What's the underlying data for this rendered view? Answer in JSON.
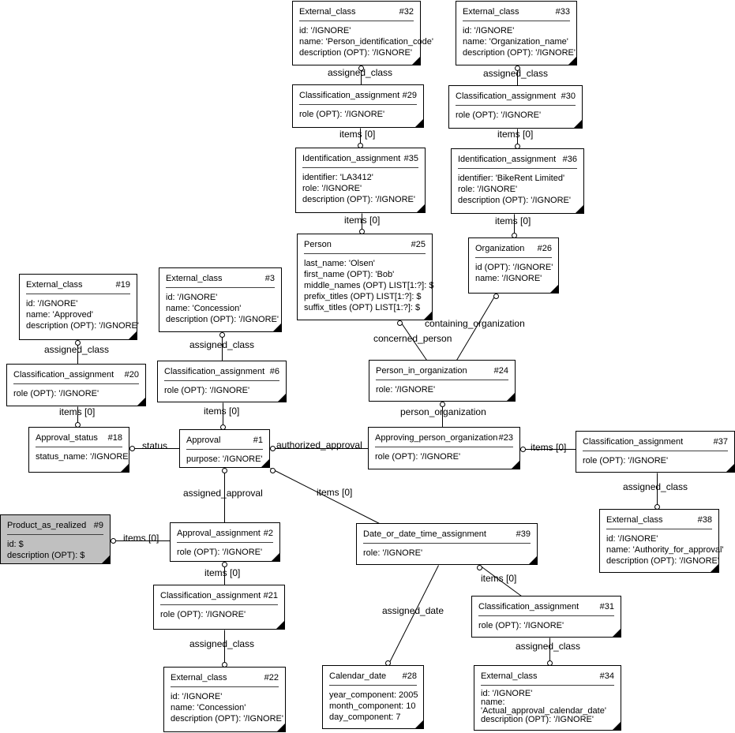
{
  "diagram": {
    "entities": [
      {
        "key": "e32",
        "name": "External_class",
        "id": "#32",
        "attrs": [
          "id: '/IGNORE'",
          "name: 'Person_identification_code'",
          "description (OPT): '/IGNORE'"
        ]
      },
      {
        "key": "e33",
        "name": "External_class",
        "id": "#33",
        "attrs": [
          "id: '/IGNORE'",
          "name: 'Organization_name'",
          "description (OPT): '/IGNORE'"
        ]
      },
      {
        "key": "e29",
        "name": "Classification_assignment",
        "id": "#29",
        "attrs": [
          "role (OPT): '/IGNORE'"
        ]
      },
      {
        "key": "e30",
        "name": "Classification_assignment",
        "id": "#30",
        "attrs": [
          "role (OPT): '/IGNORE'"
        ]
      },
      {
        "key": "e35",
        "name": "Identification_assignment",
        "id": "#35",
        "attrs": [
          "identifier: 'LA3412'",
          "role: '/IGNORE'",
          "description (OPT): '/IGNORE'"
        ]
      },
      {
        "key": "e36",
        "name": "Identification_assignment",
        "id": "#36",
        "attrs": [
          "identifier: 'BikeRent Limited'",
          "role: '/IGNORE'",
          "description (OPT): '/IGNORE'"
        ]
      },
      {
        "key": "e25",
        "name": "Person",
        "id": "#25",
        "attrs": [
          "last_name: 'Olsen'",
          "first_name (OPT): 'Bob'",
          "middle_names (OPT) LIST[1:?]: $",
          "prefix_titles (OPT) LIST[1:?]: $",
          "suffix_titles (OPT) LIST[1:?]: $"
        ]
      },
      {
        "key": "e26",
        "name": "Organization",
        "id": "#26",
        "attrs": [
          "id (OPT): '/IGNORE'",
          "name: '/IGNORE'"
        ]
      },
      {
        "key": "e19",
        "name": "External_class",
        "id": "#19",
        "attrs": [
          "id: '/IGNORE'",
          "name: 'Approved'",
          "description (OPT): '/IGNORE'"
        ]
      },
      {
        "key": "e3",
        "name": "External_class",
        "id": "#3",
        "attrs": [
          "id: '/IGNORE'",
          "name: 'Concession'",
          "description (OPT): '/IGNORE'"
        ]
      },
      {
        "key": "e20",
        "name": "Classification_assignment",
        "id": "#20",
        "attrs": [
          "role (OPT): '/IGNORE'"
        ]
      },
      {
        "key": "e6",
        "name": "Classification_assignment",
        "id": "#6",
        "attrs": [
          "role (OPT): '/IGNORE'"
        ]
      },
      {
        "key": "e24",
        "name": "Person_in_organization",
        "id": "#24",
        "attrs": [
          "role: '/IGNORE'"
        ]
      },
      {
        "key": "e18",
        "name": "Approval_status",
        "id": "#18",
        "attrs": [
          "status_name: '/IGNORE'"
        ]
      },
      {
        "key": "e1",
        "name": "Approval",
        "id": "#1",
        "attrs": [
          "purpose: '/IGNORE'"
        ]
      },
      {
        "key": "e23",
        "name": "Approving_person_organization",
        "id": "#23",
        "attrs": [
          "role (OPT): '/IGNORE'"
        ]
      },
      {
        "key": "e37",
        "name": "Classification_assignment",
        "id": "#37",
        "attrs": [
          "role (OPT): '/IGNORE'"
        ]
      },
      {
        "key": "e38",
        "name": "External_class",
        "id": "#38",
        "attrs": [
          "id: '/IGNORE'",
          "name: 'Authority_for_approval'",
          "description (OPT): '/IGNORE'"
        ]
      },
      {
        "key": "e9",
        "name": "Product_as_realized",
        "id": "#9",
        "attrs": [
          "id: $",
          "description (OPT): $"
        ],
        "highlight": true
      },
      {
        "key": "e2",
        "name": "Approval_assignment",
        "id": "#2",
        "attrs": [
          "role (OPT): '/IGNORE'"
        ]
      },
      {
        "key": "e39",
        "name": "Date_or_date_time_assignment",
        "id": "#39",
        "attrs": [
          "role: '/IGNORE'"
        ]
      },
      {
        "key": "e21",
        "name": "Classification_assignment",
        "id": "#21",
        "attrs": [
          "role (OPT): '/IGNORE'"
        ]
      },
      {
        "key": "e31",
        "name": "Classification_assignment",
        "id": "#31",
        "attrs": [
          "role (OPT): '/IGNORE'"
        ]
      },
      {
        "key": "e22",
        "name": "External_class",
        "id": "#22",
        "attrs": [
          "id: '/IGNORE'",
          "name: 'Concession'",
          "description (OPT): '/IGNORE'"
        ]
      },
      {
        "key": "e28",
        "name": "Calendar_date",
        "id": "#28",
        "attrs": [
          "year_component: 2005",
          "month_component: 10",
          "day_component: 7"
        ]
      },
      {
        "key": "e34",
        "name": "External_class",
        "id": "#34",
        "attrs": [
          "id: '/IGNORE'",
          "name:",
          "'Actual_approval_calendar_date'",
          "description (OPT): '/IGNORE'"
        ]
      }
    ],
    "relations": [
      {
        "from": "e29",
        "to": "e32",
        "label": "assigned_class"
      },
      {
        "from": "e30",
        "to": "e33",
        "label": "assigned_class"
      },
      {
        "from": "e29",
        "to": "e35",
        "label": "items [0]"
      },
      {
        "from": "e30",
        "to": "e36",
        "label": "items [0]"
      },
      {
        "from": "e35",
        "to": "e25",
        "label": "items [0]"
      },
      {
        "from": "e36",
        "to": "e26",
        "label": "items [0]"
      },
      {
        "from": "e24",
        "to": "e25",
        "label": "concerned_person"
      },
      {
        "from": "e24",
        "to": "e26",
        "label": "containing_organization"
      },
      {
        "from": "e20",
        "to": "e19",
        "label": "assigned_class"
      },
      {
        "from": "e6",
        "to": "e3",
        "label": "assigned_class"
      },
      {
        "from": "e20",
        "to": "e18",
        "label": "items [0]"
      },
      {
        "from": "e6",
        "to": "e1",
        "label": "items [0]"
      },
      {
        "from": "e1",
        "to": "e18",
        "label": "status"
      },
      {
        "from": "e23",
        "to": "e1",
        "label": "authorized_approval"
      },
      {
        "from": "e23",
        "to": "e24",
        "label": "person_organization"
      },
      {
        "from": "e37",
        "to": "e23",
        "label": "items [0]"
      },
      {
        "from": "e37",
        "to": "e38",
        "label": "assigned_class"
      },
      {
        "from": "e2",
        "to": "e1",
        "label": "assigned_approval"
      },
      {
        "from": "e2",
        "to": "e9",
        "label": "items [0]"
      },
      {
        "from": "e39",
        "to": "e1",
        "label": "items [0]"
      },
      {
        "from": "e21",
        "to": "e2",
        "label": "items [0]"
      },
      {
        "from": "e21",
        "to": "e22",
        "label": "assigned_class"
      },
      {
        "from": "e39",
        "to": "e28",
        "label": "assigned_date"
      },
      {
        "from": "e31",
        "to": "e39",
        "label": "items [0]"
      },
      {
        "from": "e31",
        "to": "e34",
        "label": "assigned_class"
      }
    ]
  }
}
